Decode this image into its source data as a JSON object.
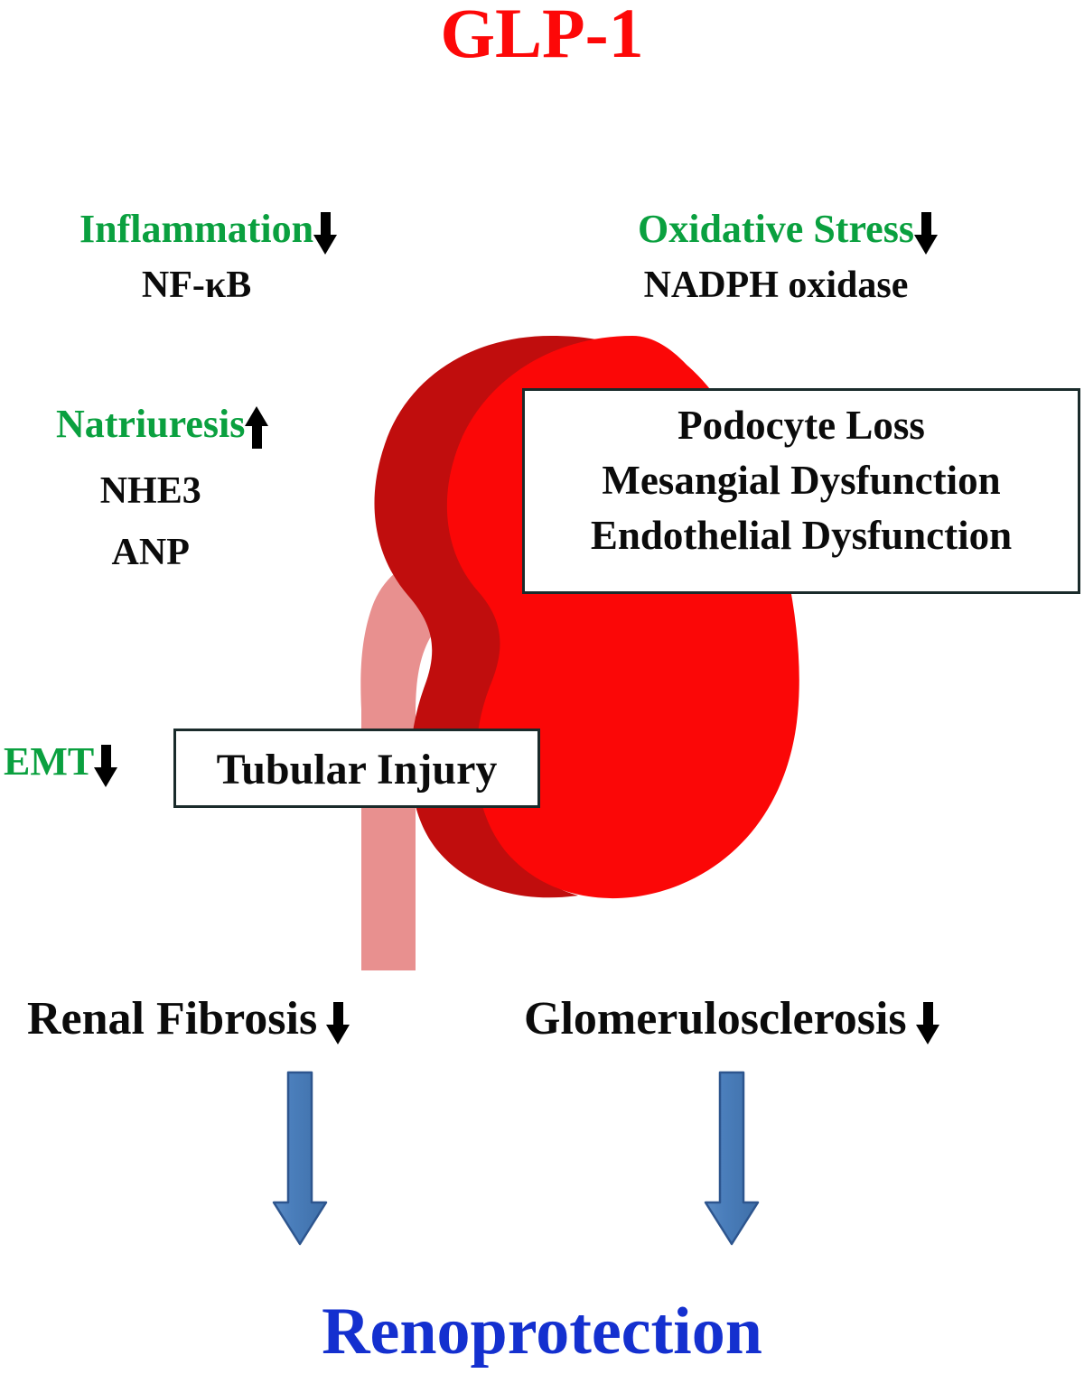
{
  "figure": {
    "title": "GLP-1",
    "title_color": "#fd0808",
    "background": "#ffffff"
  },
  "palette": {
    "green": "#0aa03f",
    "black": "#0b0b0b",
    "red_kidney": "#fb0707",
    "red_kidney_shadow": "#c00d0d",
    "pink_ureter": "#e8908f",
    "blue_arrow": "#4a7ebb",
    "blue_arrow_edge": "#2d558e",
    "blue_text": "#1430cf"
  },
  "mechanisms": [
    {
      "id": "inflammation",
      "heading": "Inflammation",
      "direction": "down",
      "direction_icon": "arrow-down-icon",
      "targets": [
        "NF-κB"
      ]
    },
    {
      "id": "oxidative-stress",
      "heading": "Oxidative Stress",
      "direction": "down",
      "direction_icon": "arrow-down-icon",
      "targets": [
        "NADPH oxidase"
      ]
    },
    {
      "id": "natriuresis",
      "heading": "Natriuresis",
      "direction": "up",
      "direction_icon": "arrow-up-icon",
      "targets": [
        "NHE3",
        "ANP"
      ]
    },
    {
      "id": "emt",
      "heading": "EMT",
      "direction": "down",
      "direction_icon": "arrow-down-icon",
      "targets": []
    }
  ],
  "boxes": {
    "glomerular": {
      "lines": [
        "Podocyte Loss",
        "Mesangial Dysfunction",
        "Endothelial Dysfunction"
      ]
    },
    "tubular": {
      "lines": [
        "Tubular Injury"
      ]
    }
  },
  "outcomes": [
    {
      "id": "renal-fibrosis",
      "label": "Renal Fibrosis",
      "direction": "down",
      "direction_icon": "arrow-down-icon"
    },
    {
      "id": "glomerulosclerosis",
      "label": "Glomerulosclerosis",
      "direction": "down",
      "direction_icon": "arrow-down-icon"
    }
  ],
  "flow_arrows": [
    {
      "id": "flow-arrow-left",
      "icon": "blue-arrow-down-icon"
    },
    {
      "id": "flow-arrow-right",
      "icon": "blue-arrow-down-icon"
    }
  ],
  "conclusion": {
    "label": "Renoprotection"
  },
  "anatomy": {
    "organ": "kidney",
    "parts": [
      "kidney-body",
      "kidney-shadow",
      "ureter"
    ]
  }
}
